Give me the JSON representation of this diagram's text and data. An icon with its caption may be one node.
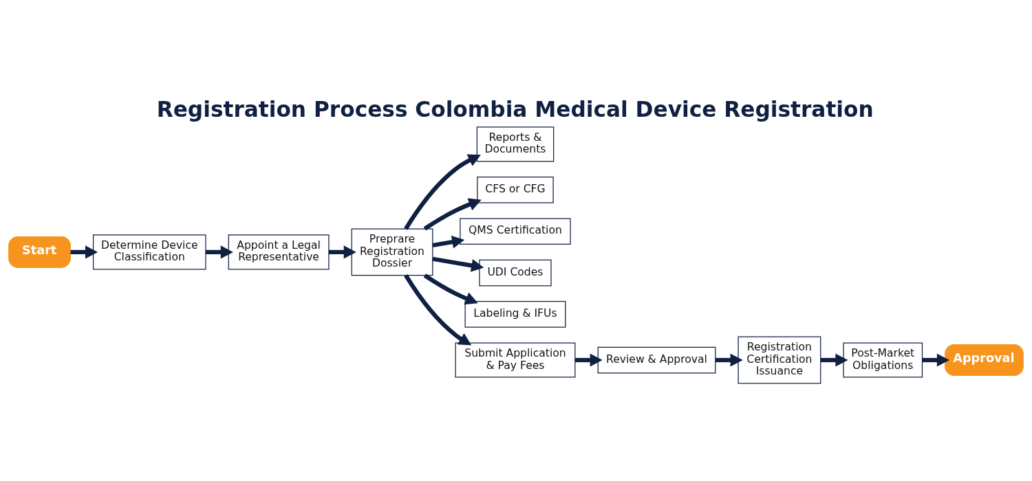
{
  "diagram": {
    "title": "Registration Process Colombia Medical Device Registration",
    "nodes": [
      {
        "text": [
          "Start"
        ]
      },
      {
        "text": [
          "Determine Device Classification"
        ]
      },
      {
        "text": [
          "Appoint a Legal Representative"
        ]
      },
      {
        "text": [
          "Preprare Registration Dossier"
        ]
      },
      {
        "text": [
          "Reports & Documents"
        ]
      },
      {
        "text": [
          "CFS or CFG"
        ]
      },
      {
        "text": [
          "QMS Certification"
        ]
      },
      {
        "text": [
          "UDI Codes"
        ]
      },
      {
        "text": [
          "Labeling & IFUs"
        ]
      },
      {
        "text": [
          "Submit Application & Pay Fees"
        ]
      },
      {
        "text": [
          "Review & Approval"
        ]
      },
      {
        "text": [
          "Registration Certification Issuance"
        ]
      },
      {
        "text": [
          "Post-Market Obligations"
        ]
      },
      {
        "text": [
          "Approval"
        ]
      }
    ],
    "edges": [
      {
        "from": 0,
        "to": 1,
        "arrow": "to"
      },
      {
        "from": 1,
        "to": 2,
        "arrow": "to"
      },
      {
        "from": 2,
        "to": 3,
        "arrow": "to"
      },
      {
        "from": 3,
        "to": 4,
        "arrow": "to"
      },
      {
        "from": 3,
        "to": 5,
        "arrow": "to"
      },
      {
        "from": 3,
        "to": 6,
        "arrow": "to"
      },
      {
        "from": 3,
        "to": 7,
        "arrow": "to"
      },
      {
        "from": 3,
        "to": 8,
        "arrow": "to"
      },
      {
        "from": 3,
        "to": 9,
        "arrow": "to"
      },
      {
        "from": 9,
        "to": 10,
        "arrow": "to"
      },
      {
        "from": 10,
        "to": 11,
        "arrow": "to"
      },
      {
        "from": 11,
        "to": 12,
        "arrow": "to"
      },
      {
        "from": 12,
        "to": 13,
        "arrow": "to"
      }
    ]
  }
}
